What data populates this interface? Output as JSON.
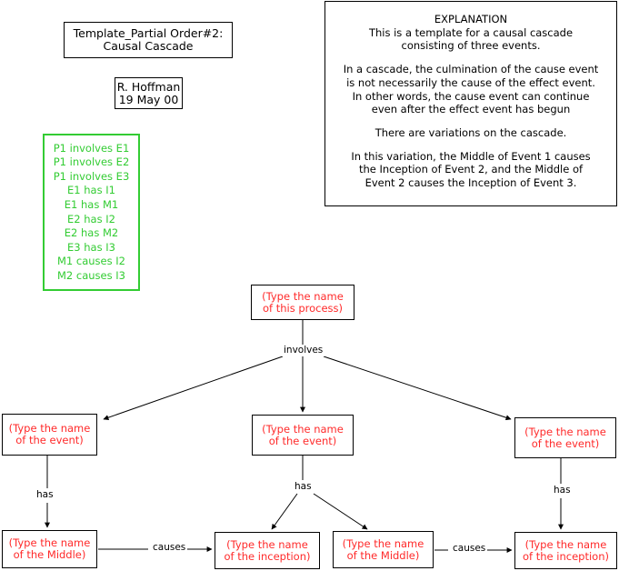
{
  "title_box": {
    "line1": "Template_Partial Order#2:",
    "line2": "Causal Cascade"
  },
  "author_box": {
    "line1": "R. Hoffman",
    "line2": "19 May 00"
  },
  "explanation": {
    "heading": "EXPLANATION",
    "para1_line1": "This is a template for a causal cascade",
    "para1_line2": "consisting of three events.",
    "para2_line1": "In a cascade, the culmination of the cause event",
    "para2_line2": "is not necessarily the cause of the effect event.",
    "para2_line3": "In other words, the cause event can continue",
    "para2_line4": "even after the effect event has begun",
    "para3_line1": "There are variations on the cascade.",
    "para4_line1": "In this variation, the Middle of Event 1 causes",
    "para4_line2": "the Inception of Event 2, and the Middle of",
    "para4_line3": "Event 2 causes the Inception of Event 3."
  },
  "propositions": {
    "color": "#33cc33",
    "lines": [
      "P1 involves E1",
      "P1 involves E2",
      "P1 involves E3",
      "E1 has I1",
      "E1 has M1",
      "E2 has I2",
      "E2 has M2",
      "E3 has I3",
      "M1 causes I2",
      "M2 causes I3"
    ]
  },
  "map": {
    "node_color": "#ff2a2a",
    "nodes": {
      "process": {
        "line1": "(Type the name",
        "line2": "of this process)"
      },
      "event_left": {
        "line1": "(Type the name",
        "line2": "of the event)"
      },
      "event_mid": {
        "line1": "(Type the name",
        "line2": "of the event)"
      },
      "event_right": {
        "line1": "(Type the name",
        "line2": "of the event)"
      },
      "middle_left": {
        "line1": "(Type the name",
        "line2": "of the Middle)"
      },
      "inception_mid": {
        "line1": "(Type the name",
        "line2": "of the inception)"
      },
      "middle_mid": {
        "line1": "(Type the name",
        "line2": "of the Middle)"
      },
      "inception_right": {
        "line1": "(Type the name",
        "line2": "of the inception)"
      }
    },
    "link_labels": {
      "involves": "involves",
      "has_left": "has",
      "has_mid": "has",
      "has_right": "has",
      "causes_left": "causes",
      "causes_right": "causes"
    }
  }
}
